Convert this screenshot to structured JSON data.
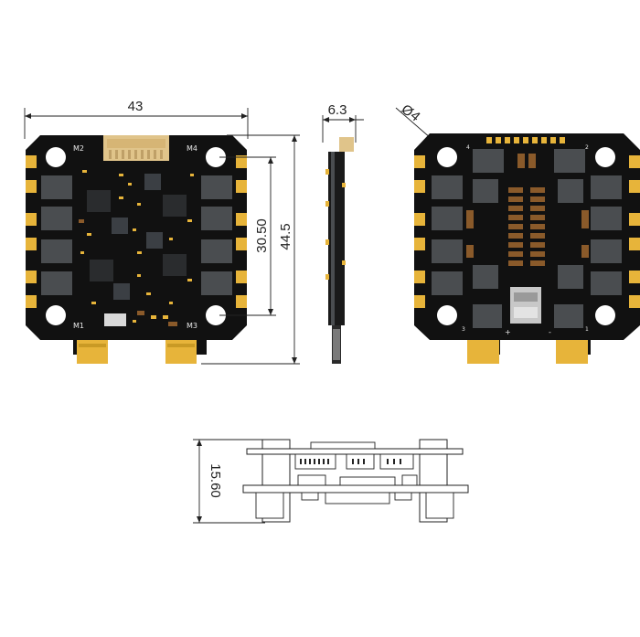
{
  "dimensions": {
    "width": "43",
    "height_overall": "44.5",
    "mount_spacing": "30.50",
    "thickness": "6.3",
    "hole_diameter": "4",
    "stack_height": "15.60",
    "diameter_symbol": "Ø"
  },
  "front_labels": {
    "m1": "M1",
    "m2": "M2",
    "m3": "M3",
    "m4": "M4"
  },
  "back_labels": {
    "n1": "1",
    "n2": "2",
    "n3": "3",
    "n4": "4",
    "plus": "+",
    "minus": "-"
  },
  "colors": {
    "pcb": "#111111",
    "pad_gold": "#e7b43a",
    "chip": "#4a4d50",
    "resistor": "#8a5a2a",
    "outline": "#222222"
  }
}
